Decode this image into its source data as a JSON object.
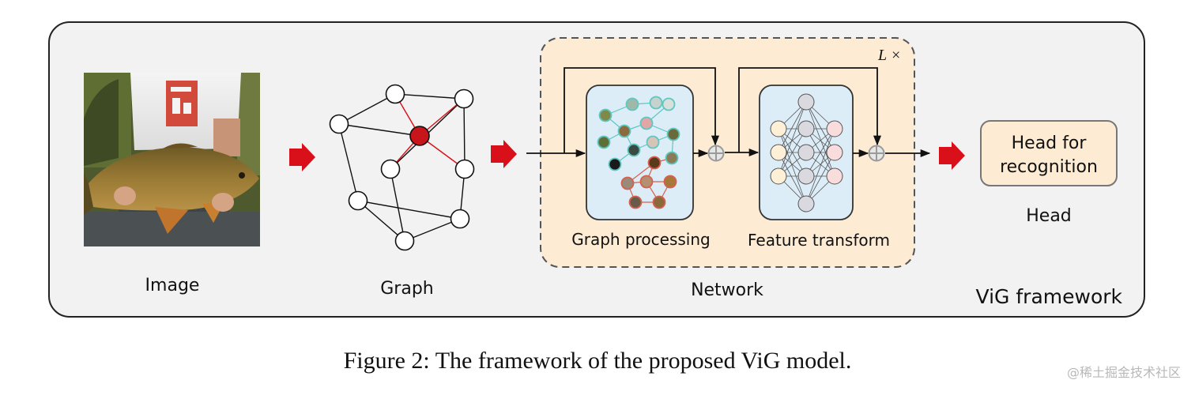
{
  "framework_label": "ViG framework",
  "image_label": "Image",
  "graph_label": "Graph",
  "network": {
    "label": "Network",
    "repeat": "L ×",
    "graph_processing_label": "Graph processing",
    "feature_transform_label": "Feature transform"
  },
  "head": {
    "box_line1": "Head for",
    "box_line2": "recognition",
    "label": "Head"
  },
  "caption": "Figure 2: The framework of the proposed ViG model.",
  "watermark": "@稀土掘金技术社区",
  "colors": {
    "arrow_red": "#d9101a",
    "node_red": "#c8141b",
    "panel_gray": "#f2f2f2",
    "network_bg": "#fdebd3",
    "block_blue": "#dcedf8",
    "head_box": "#fdebd3",
    "neuron_input": "#fdf0d6",
    "neuron_hidden": "#d9d9df",
    "neuron_output": "#f9dcdc",
    "link_teal": "#5fc7c0",
    "link_red": "#d6604d"
  }
}
